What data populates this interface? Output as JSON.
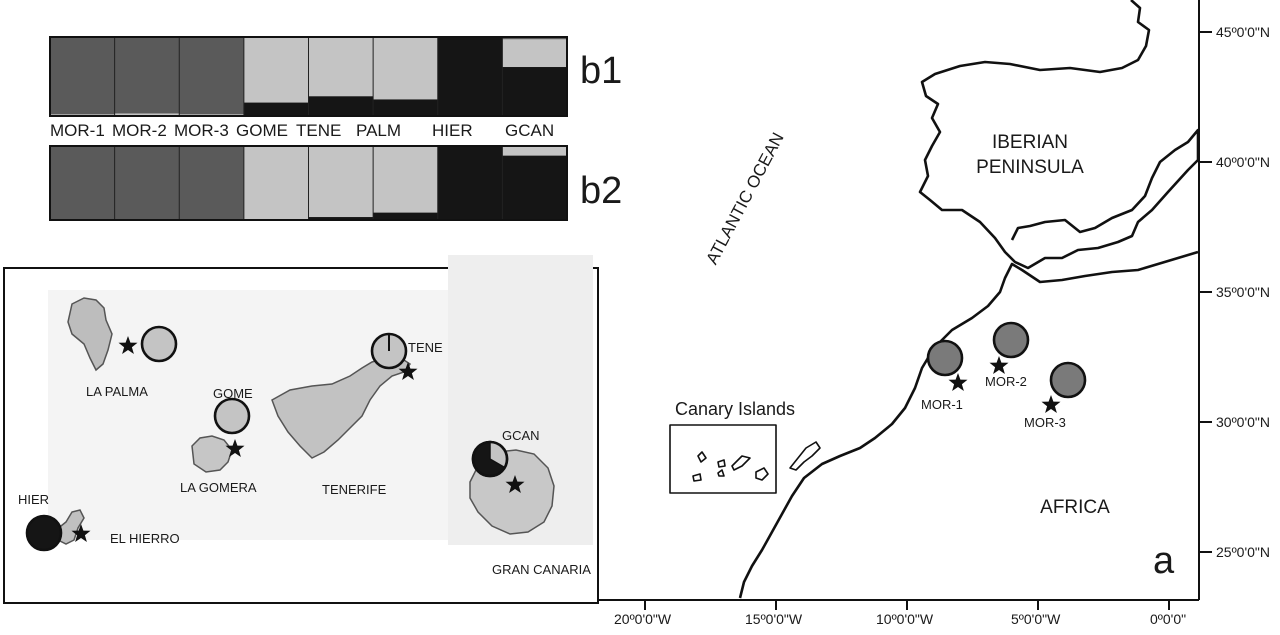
{
  "bar_plots": {
    "b1_label": "b1",
    "b2_label": "b2",
    "populations": [
      "MOR-1",
      "MOR-2",
      "MOR-3",
      "GOME",
      "TENE",
      "PALM",
      "HIER",
      "GCAN"
    ],
    "b1_ancestry": {
      "MOR-1": {
        "dark_gray": 0.98,
        "light_gray": 0.01,
        "black": 0.01
      },
      "MOR-2": {
        "dark_gray": 0.97,
        "light_gray": 0.02,
        "black": 0.01
      },
      "MOR-3": {
        "dark_gray": 0.98,
        "light_gray": 0.01,
        "black": 0.01
      },
      "GOME": {
        "dark_gray": 0.01,
        "light_gray": 0.82,
        "black": 0.17
      },
      "TENE": {
        "dark_gray": 0.01,
        "light_gray": 0.74,
        "black": 0.25
      },
      "PALM": {
        "dark_gray": 0.01,
        "light_gray": 0.78,
        "black": 0.21
      },
      "HIER": {
        "dark_gray": 0.0,
        "light_gray": 0.01,
        "black": 0.99
      },
      "GCAN": {
        "dark_gray": 0.03,
        "light_gray": 0.35,
        "black": 0.62
      }
    },
    "b2_ancestry": {
      "MOR-1": {
        "dark_gray": 1.0,
        "light_gray": 0.0,
        "black": 0.0
      },
      "MOR-2": {
        "dark_gray": 1.0,
        "light_gray": 0.0,
        "black": 0.0
      },
      "MOR-3": {
        "dark_gray": 1.0,
        "light_gray": 0.0,
        "black": 0.0
      },
      "GOME": {
        "dark_gray": 0.0,
        "light_gray": 1.0,
        "black": 0.0
      },
      "TENE": {
        "dark_gray": 0.0,
        "light_gray": 0.96,
        "black": 0.04
      },
      "PALM": {
        "dark_gray": 0.0,
        "light_gray": 0.9,
        "black": 0.1
      },
      "HIER": {
        "dark_gray": 0.0,
        "light_gray": 0.0,
        "black": 1.0
      },
      "GCAN": {
        "dark_gray": 0.01,
        "light_gray": 0.12,
        "black": 0.87
      }
    },
    "colors": {
      "dark_gray": "#5a5a5a",
      "light_gray": "#c4c4c4",
      "black": "#151515"
    }
  },
  "main_map": {
    "panel_label": "a",
    "ocean_label": "ATLANTIC OCEAN",
    "peninsula_label_1": "IBERIAN",
    "peninsula_label_2": "PENINSULA",
    "africa_label": "AFRICA",
    "canary_label": "Canary Islands",
    "lat_labels": [
      "45º0'0\"N",
      "40º0'0\"N",
      "35º0'0\"N",
      "30º0'0\"N",
      "25º0'0\"N"
    ],
    "lon_labels": [
      "20º0'0\"W",
      "15º0'0\"W",
      "10º0'0\"W",
      "5º0'0\"W",
      "0º0'0\""
    ],
    "sites": [
      "MOR-1",
      "MOR-2",
      "MOR-3"
    ]
  },
  "inset_map": {
    "islands": [
      "LA PALMA",
      "LA GOMERA",
      "TENERIFE",
      "GRAN CANARIA",
      "EL HIERRO"
    ],
    "pie_labels": [
      "GOME",
      "TENE",
      "GCAN",
      "HIER"
    ],
    "pie_fractions": {
      "PALM": {
        "light_gray": 1.0
      },
      "GOME": {
        "light_gray": 1.0
      },
      "TENE": {
        "light_gray": 0.98,
        "black": 0.02
      },
      "GCAN": {
        "light_gray": 0.35,
        "black": 0.65
      },
      "HIER": {
        "black": 1.0
      }
    }
  }
}
